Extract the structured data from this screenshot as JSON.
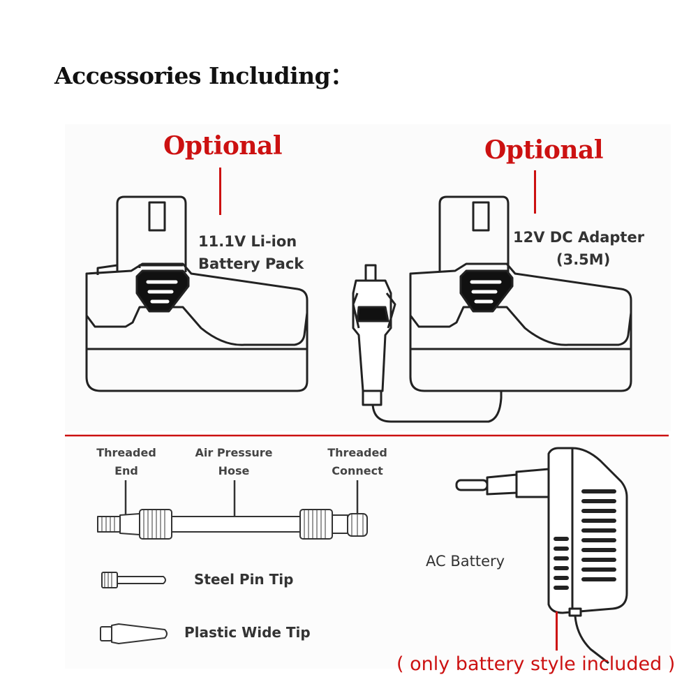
{
  "title": "Accessories Including：",
  "top_left": {
    "optional": "Optional",
    "label_line1": "11.1V Li-ion",
    "label_line2": "Battery Pack"
  },
  "top_right": {
    "optional": "Optional",
    "label_line1": "12V DC Adapter",
    "label_line2": "(3.5M)"
  },
  "hose": {
    "threaded_end_line1": "Threaded",
    "threaded_end_line2": "End",
    "air_hose_line1": "Air Pressure",
    "air_hose_line2": "Hose",
    "threaded_connect_line1": "Threaded",
    "threaded_connect_line2": "Connect"
  },
  "tips": {
    "steel_pin": "Steel Pin Tip",
    "plastic_wide": "Plastic Wide Tip"
  },
  "ac": {
    "label": "AC Battery"
  },
  "note": "( only battery style included )",
  "colors": {
    "accent_red": "#cc1111",
    "line_dark": "#222222"
  }
}
